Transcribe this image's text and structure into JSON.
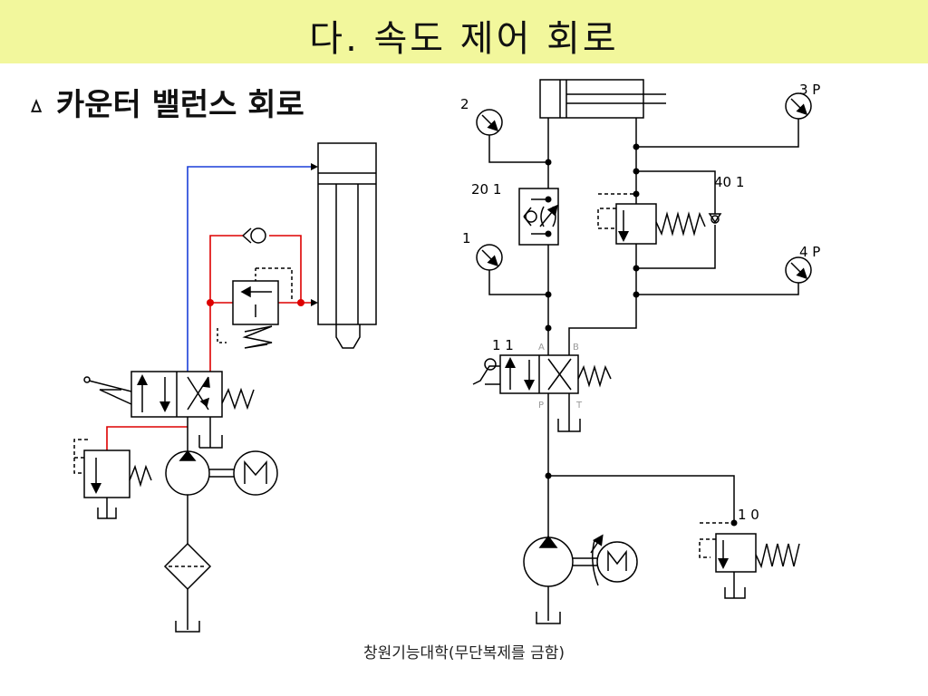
{
  "header": {
    "title": "다. 속도 제어 회로",
    "background": "#f2f79c"
  },
  "section": {
    "bullet": "ㅿ",
    "heading": "카운터 밸런스 회로"
  },
  "right_circuit_labels": {
    "gauge_2": "2",
    "gauge_3p": "3 P",
    "gauge_1": "1",
    "gauge_4p": "4 P",
    "throttle_valve": "20 1",
    "counterbalance_valve": "40 1",
    "directional_valve": "1 1",
    "relief_valve": "1 0",
    "port_a": "A",
    "port_b": "B",
    "port_p": "P",
    "port_t": "T"
  },
  "line_colors": {
    "pressure_line": "#dd0000",
    "return_line": "#1a3fd8",
    "node": "#dd0000"
  },
  "footer": {
    "text": "창원기능대학(무단복제를 금함)"
  }
}
